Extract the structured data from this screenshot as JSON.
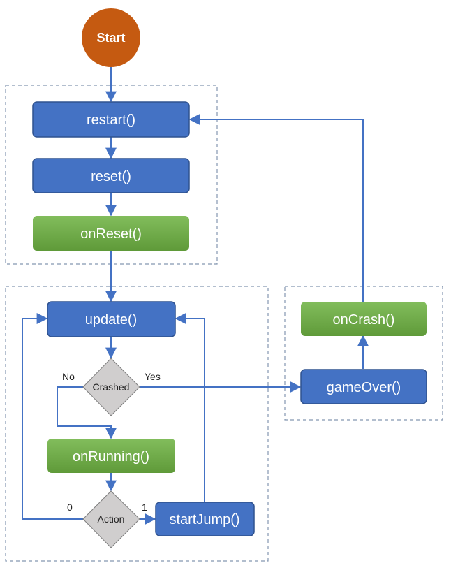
{
  "colors": {
    "blue": "#4472c4",
    "blue_border": "#2f528f",
    "green": "#70ad47",
    "orange": "#c55a11",
    "diamond": "#d0cece",
    "line": "#4472c4",
    "group_border": "#8497b0"
  },
  "nodes": {
    "start": "Start",
    "restart": "restart()",
    "reset": "reset()",
    "on_reset": "onReset()",
    "update": "update()",
    "crashed": "Crashed",
    "on_running": "onRunning()",
    "action": "Action",
    "start_jump": "startJump()",
    "on_crash": "onCrash()",
    "game_over": "gameOver()"
  },
  "edge_labels": {
    "no": "No",
    "yes": "Yes",
    "zero": "0",
    "one": "1"
  }
}
